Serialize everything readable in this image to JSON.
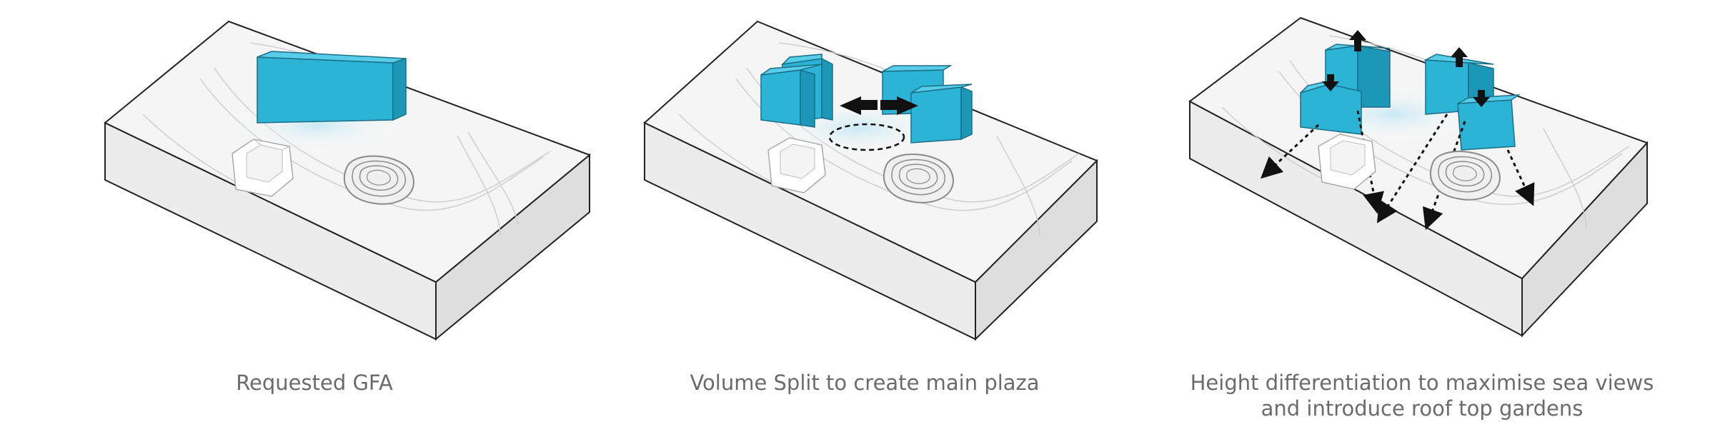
{
  "colors": {
    "massing_blue": "#2cb4d6",
    "massing_blue_side": "#1c97b8",
    "massing_blue_top": "#4ecbe8",
    "site_top": "#f3f3f3",
    "site_side": "#e2e2e2",
    "site_front": "#ebebeb",
    "arrow": "#111111",
    "caption_text": "#6b6b6b"
  },
  "panels": [
    {
      "caption_lines": [
        "Requested GFA"
      ]
    },
    {
      "caption_lines": [
        "Volume Split to create main plaza"
      ]
    },
    {
      "caption_lines": [
        "Height differentiation to maximise sea views",
        "and introduce roof top gardens"
      ]
    }
  ]
}
